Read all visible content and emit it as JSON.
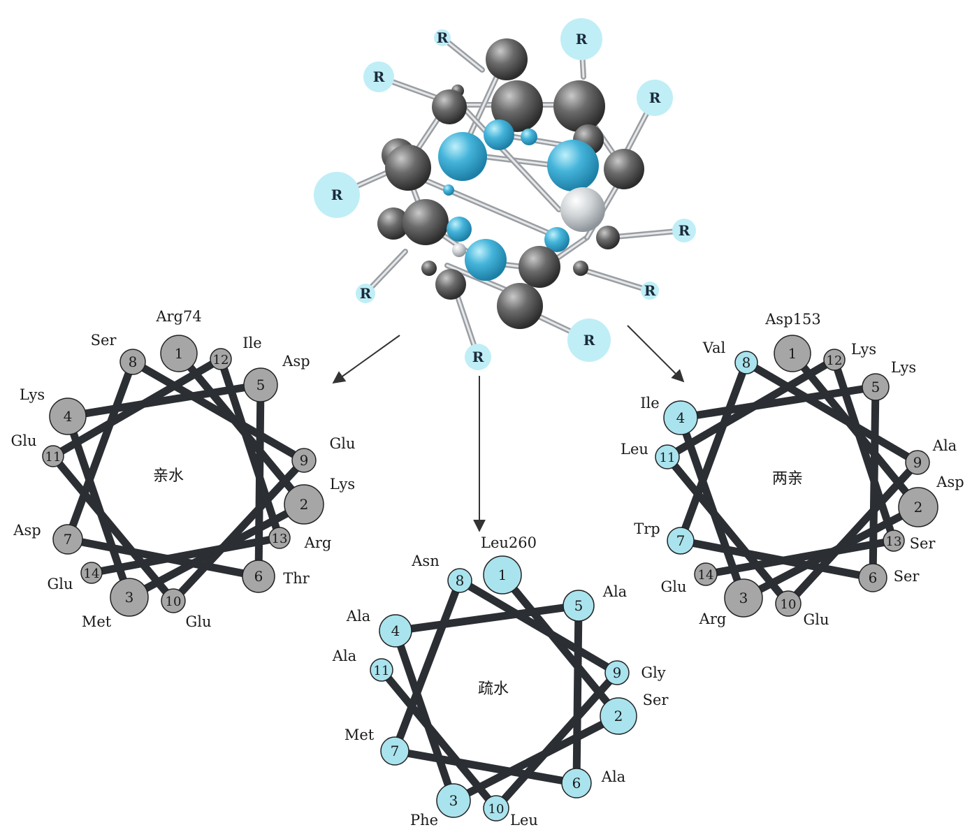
{
  "colors": {
    "cyan": "#a9e3ee",
    "gray": "#a6a6a6",
    "line": "#2b2e33",
    "ball_dark": "#4d4d4d",
    "ball_blue": "#3aa9d1",
    "ball_light": "#cfd3d6",
    "r_ball": "#bfeef6"
  },
  "molecule": {
    "r_label": "R"
  },
  "wheels": [
    {
      "id": "hydrophilic",
      "center_label": "亲水",
      "start_label": "Arg74",
      "residues": [
        {
          "n": "1",
          "name": "",
          "color": "gray"
        },
        {
          "n": "2",
          "name": "Lys",
          "color": "gray"
        },
        {
          "n": "3",
          "name": "Met",
          "color": "gray"
        },
        {
          "n": "4",
          "name": "Lys",
          "color": "gray"
        },
        {
          "n": "5",
          "name": "Asp",
          "color": "gray"
        },
        {
          "n": "6",
          "name": "Thr",
          "color": "gray"
        },
        {
          "n": "7",
          "name": "Asp",
          "color": "gray"
        },
        {
          "n": "8",
          "name": "Ser",
          "color": "gray"
        },
        {
          "n": "9",
          "name": "Glu",
          "color": "gray"
        },
        {
          "n": "10",
          "name": "Glu",
          "color": "gray"
        },
        {
          "n": "11",
          "name": "Glu",
          "color": "gray"
        },
        {
          "n": "12",
          "name": "Ile",
          "color": "gray"
        },
        {
          "n": "13",
          "name": "Arg",
          "color": "gray"
        },
        {
          "n": "14",
          "name": "Glu",
          "color": "gray"
        }
      ]
    },
    {
      "id": "hydrophobic",
      "center_label": "疏水",
      "start_label": "Leu260",
      "residues": [
        {
          "n": "1",
          "name": "",
          "color": "cyan"
        },
        {
          "n": "2",
          "name": "Ser",
          "color": "cyan"
        },
        {
          "n": "3",
          "name": "Phe",
          "color": "cyan"
        },
        {
          "n": "4",
          "name": "Ala",
          "color": "cyan"
        },
        {
          "n": "5",
          "name": "Ala",
          "color": "cyan"
        },
        {
          "n": "6",
          "name": "Ala",
          "color": "cyan"
        },
        {
          "n": "7",
          "name": "Met",
          "color": "cyan"
        },
        {
          "n": "8",
          "name": "Asn",
          "color": "cyan"
        },
        {
          "n": "9",
          "name": "Gly",
          "color": "cyan"
        },
        {
          "n": "10",
          "name": "Leu",
          "color": "cyan"
        },
        {
          "n": "11",
          "name": "Ala",
          "color": "cyan"
        }
      ]
    },
    {
      "id": "amphipathic",
      "center_label": "两亲",
      "start_label": "Asp153",
      "residues": [
        {
          "n": "1",
          "name": "",
          "color": "gray"
        },
        {
          "n": "2",
          "name": "Asp",
          "color": "gray"
        },
        {
          "n": "3",
          "name": "Arg",
          "color": "gray"
        },
        {
          "n": "4",
          "name": "Ile",
          "color": "cyan"
        },
        {
          "n": "5",
          "name": "Lys",
          "color": "gray"
        },
        {
          "n": "6",
          "name": "Ser",
          "color": "gray"
        },
        {
          "n": "7",
          "name": "Trp",
          "color": "cyan"
        },
        {
          "n": "8",
          "name": "Val",
          "color": "cyan"
        },
        {
          "n": "9",
          "name": "Ala",
          "color": "gray"
        },
        {
          "n": "10",
          "name": "Glu",
          "color": "gray"
        },
        {
          "n": "11",
          "name": "Leu",
          "color": "cyan"
        },
        {
          "n": "12",
          "name": "Lys",
          "color": "gray"
        },
        {
          "n": "13",
          "name": "Ser",
          "color": "gray"
        },
        {
          "n": "14",
          "name": "Glu",
          "color": "gray"
        }
      ]
    }
  ]
}
